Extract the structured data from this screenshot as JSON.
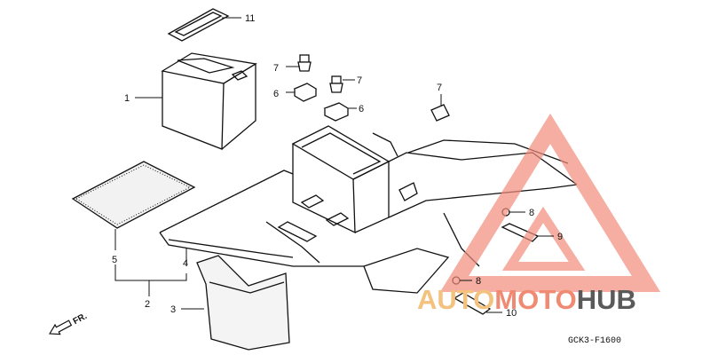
{
  "diagram": {
    "part_labels": [
      "1",
      "2",
      "3",
      "4",
      "5",
      "6",
      "6",
      "7",
      "7",
      "7",
      "8",
      "8",
      "9",
      "10",
      "11"
    ],
    "direction_label": "FR.",
    "figure_code": "GCK3-F1600"
  },
  "watermark": {
    "part1": "AUTO",
    "part2": "MOTO",
    "part3": "HUB",
    "colors": {
      "part1": "#f3c27e",
      "part2": "#f08a72",
      "part3": "#5a5a5a",
      "triangle": "#f28c7a"
    }
  }
}
